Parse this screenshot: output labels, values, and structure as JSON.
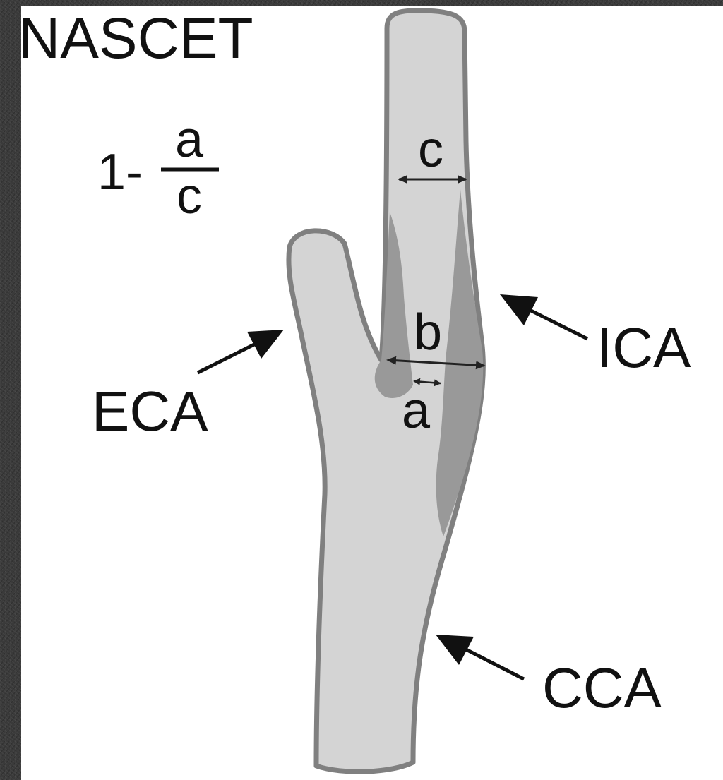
{
  "title": "NASCET",
  "formula": {
    "prefix": "1-",
    "numerator": "a",
    "denominator": "c"
  },
  "measurements": {
    "a": "a",
    "b": "b",
    "c": "c"
  },
  "vessels": {
    "eca": "ECA",
    "ica": "ICA",
    "cca": "CCA"
  },
  "colors": {
    "lumen": "#d4d4d4",
    "plaque": "#999999",
    "outline": "#808080",
    "panel": "#ffffff",
    "background": "#3a3a3a"
  }
}
